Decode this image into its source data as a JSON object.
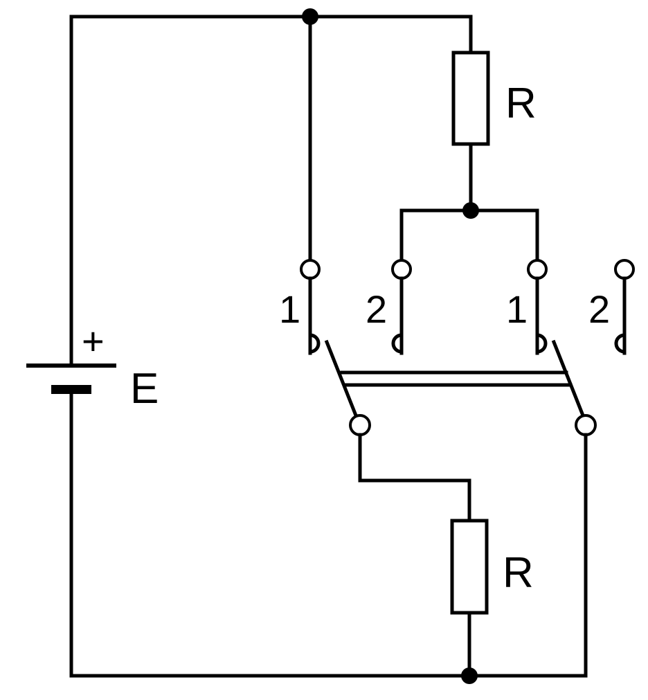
{
  "diagram": {
    "labels": {
      "resistor_top": "R",
      "resistor_bottom": "R",
      "battery": "E",
      "battery_polarity": "+",
      "switch_left_pos1": "1",
      "switch_left_pos2": "2",
      "switch_right_pos1": "1",
      "switch_right_pos2": "2"
    },
    "colors": {
      "line": "#000000",
      "background": "#ffffff"
    }
  }
}
